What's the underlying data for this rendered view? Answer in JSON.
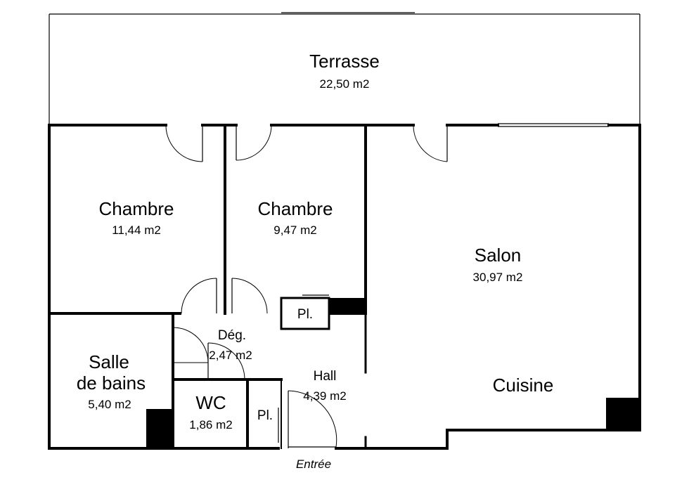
{
  "rooms": [
    {
      "id": "terrasse",
      "name": "Terrasse",
      "area": "22,50 m2"
    },
    {
      "id": "chambre-1",
      "name": "Chambre",
      "area": "11,44 m2"
    },
    {
      "id": "chambre-2",
      "name": "Chambre",
      "area": "9,47 m2"
    },
    {
      "id": "salon",
      "name": "Salon",
      "area": "30,97 m2"
    },
    {
      "id": "placard-1",
      "name": "Pl.",
      "area": ""
    },
    {
      "id": "degagement",
      "name": "Dég.",
      "area": "2,47 m2"
    },
    {
      "id": "hall",
      "name": "Hall",
      "area": "4,39 m2"
    },
    {
      "id": "salle-de-bains",
      "name": "Salle",
      "name2": "de bains",
      "area": "5,40 m2"
    },
    {
      "id": "wc",
      "name": "WC",
      "area": "1,86 m2"
    },
    {
      "id": "placard-2",
      "name": "Pl.",
      "area": ""
    },
    {
      "id": "cuisine",
      "name": "Cuisine",
      "area": ""
    }
  ],
  "entrance_label": "Entrée"
}
